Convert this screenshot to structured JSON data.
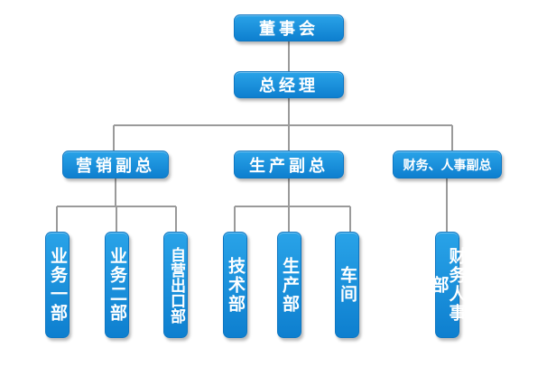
{
  "colors": {
    "box": "#1a91dc",
    "box_border": "#0d76c2",
    "line": "#9a9a9a",
    "text": "#ffffff"
  },
  "nodes": {
    "board": "董事会",
    "gm": "总经理",
    "vp_marketing": "营销副总",
    "vp_production": "生产副总",
    "vp_finance_hr": "财务、人事副总",
    "dept_business_1": "业务一部",
    "dept_business_2": "业务二部",
    "dept_export": "自营出口部",
    "dept_technology": "技术部",
    "dept_production": "生产部",
    "dept_workshop": "车间",
    "dept_finance_hr": "财务人事部"
  }
}
